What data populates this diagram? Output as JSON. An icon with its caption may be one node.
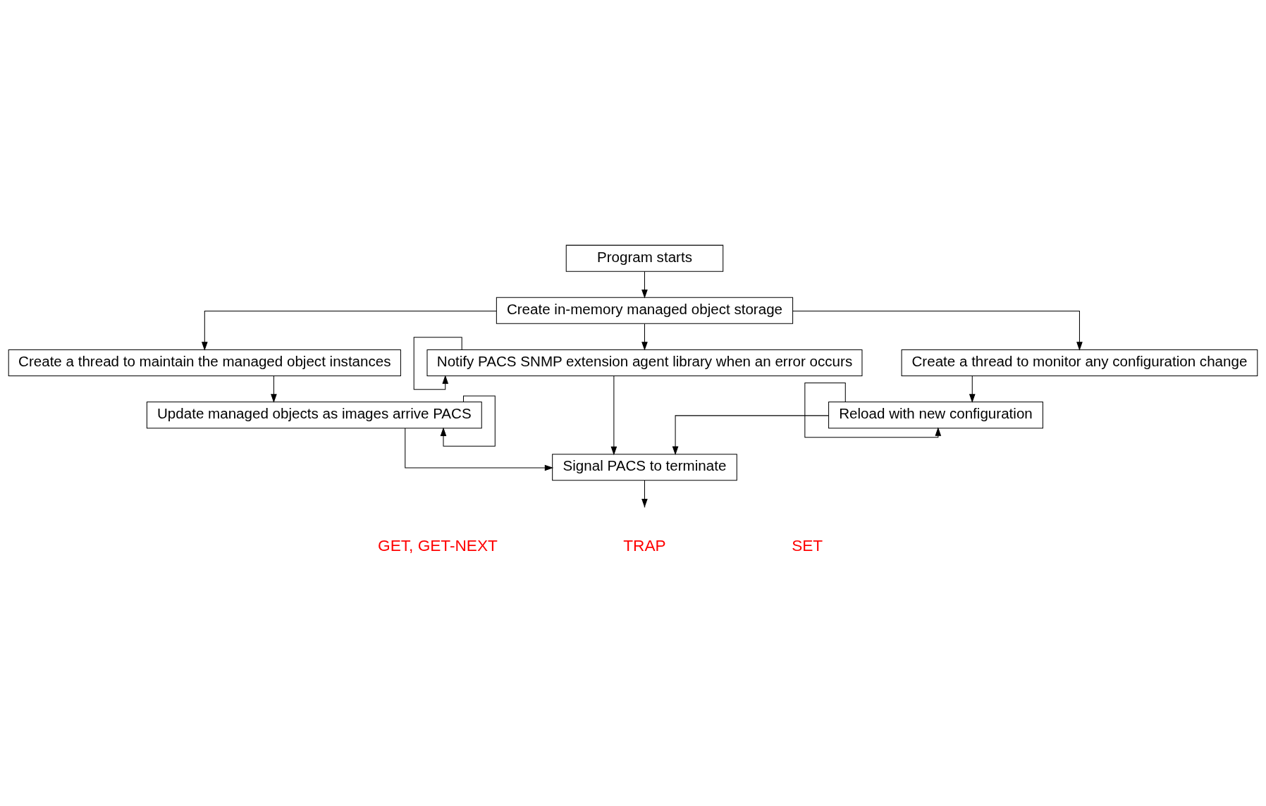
{
  "diagram": {
    "nodes": [
      {
        "text": [
          "Program starts"
        ]
      },
      {
        "text": [
          "Create in-memory managed object storage"
        ]
      },
      {
        "text": [
          "Create a thread to maintain the managed object instances"
        ]
      },
      {
        "text": [
          "Notify PACS SNMP extension agent library when an error occurs"
        ]
      },
      {
        "text": [
          "Create a thread to monitor any configuration change"
        ]
      },
      {
        "text": [
          "Update managed objects as images arrive PACS"
        ]
      },
      {
        "text": [
          "Reload with new configuration"
        ]
      },
      {
        "text": [
          "Signal PACS to terminate"
        ]
      }
    ],
    "edges": [
      {
        "from": 0,
        "to": 1,
        "arrow": "to"
      },
      {
        "from": 1,
        "to": 2,
        "arrow": "to"
      },
      {
        "from": 1,
        "to": 3,
        "arrow": "to"
      },
      {
        "from": 1,
        "to": 4,
        "arrow": "to"
      },
      {
        "from": 3,
        "to": 3,
        "arrow": "to"
      },
      {
        "from": 2,
        "to": 5,
        "arrow": "to"
      },
      {
        "from": 4,
        "to": 6,
        "arrow": "to"
      },
      {
        "from": 5,
        "to": 5,
        "arrow": "to"
      },
      {
        "from": 6,
        "to": 6,
        "arrow": "to"
      },
      {
        "from": 5,
        "to": 7,
        "arrow": "to"
      },
      {
        "from": 3,
        "to": 7,
        "arrow": "to"
      },
      {
        "from": 6,
        "to": 7,
        "arrow": "to"
      },
      {
        "from": 7,
        "to": null,
        "arrow": "to"
      }
    ],
    "labels": [
      "GET, GET-NEXT",
      "TRAP",
      "SET"
    ]
  }
}
